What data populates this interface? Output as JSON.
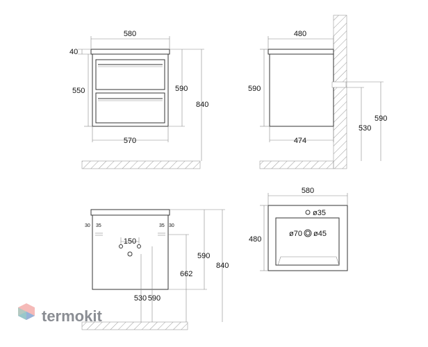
{
  "front": {
    "width_top": "580",
    "top_thickness": "40",
    "body_height": "550",
    "height_total": "590",
    "width_bottom": "570",
    "mount_height": "840"
  },
  "side": {
    "depth_top": "480",
    "height": "590",
    "depth_bottom": "474",
    "height_total": "590",
    "mount_height": "530"
  },
  "back": {
    "left_edge_a": "30",
    "left_edge_b": "35",
    "right_edge_b": "35",
    "right_edge_a": "30",
    "hole_spacing": "150",
    "height": "590",
    "total": "840",
    "drain_height": "662",
    "label_530": "530",
    "label_590": "590"
  },
  "top": {
    "width": "580",
    "depth": "480",
    "faucet_hole": "ø35",
    "drain_outer": "ø70",
    "drain_inner": "ø45"
  },
  "brand": {
    "name": "termokit",
    "colors": [
      "#f2a3a0",
      "#7fb0e0",
      "#9ad0c4"
    ]
  }
}
